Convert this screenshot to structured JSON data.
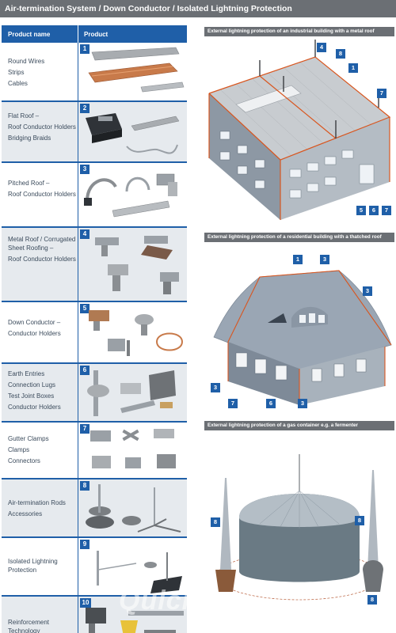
{
  "page": {
    "title": "Air-termination System / Down Conductor / Isolated Lightning Protection"
  },
  "table": {
    "col_name": "Product name",
    "col_product": "Product",
    "rows": [
      {
        "num": "1",
        "names": [
          "Round Wires",
          "Strips",
          "Cables"
        ]
      },
      {
        "num": "2",
        "names": [
          "Flat Roof –",
          "Roof Conductor Holders",
          "Bridging Braids"
        ]
      },
      {
        "num": "3",
        "names": [
          "Pitched Roof –",
          "Roof Conductor Holders"
        ]
      },
      {
        "num": "4",
        "names": [
          "Metal Roof / Corrugated Sheet Roofing –",
          "Roof Conductor Holders"
        ]
      },
      {
        "num": "5",
        "names": [
          "Down Conductor –",
          "Conductor Holders"
        ]
      },
      {
        "num": "6",
        "names": [
          "Earth Entries",
          "Connection Lugs",
          "Test Joint Boxes",
          "Conductor Holders"
        ]
      },
      {
        "num": "7",
        "names": [
          "Gutter Clamps",
          "Clamps",
          "Connectors"
        ]
      },
      {
        "num": "8",
        "names": [
          "Air-termination Rods",
          "Accessories"
        ]
      },
      {
        "num": "9",
        "names": [
          "Isolated Lightning Protection"
        ]
      },
      {
        "num": "10",
        "names": [
          "Reinforcement Technology"
        ]
      }
    ]
  },
  "panels": [
    {
      "title": "External lightning protection of an industrial building with a metal roof",
      "callouts": [
        "4",
        "8",
        "1",
        "7",
        "5",
        "6",
        "7"
      ]
    },
    {
      "title": "External lightning protection of a residential building with a thatched roof",
      "callouts": [
        "1",
        "3",
        "3",
        "3",
        "7",
        "6",
        "3"
      ]
    },
    {
      "title": "External lightning protection of a gas container e.g. a fermenter",
      "callouts": [
        "8",
        "8",
        "8"
      ]
    }
  ],
  "watermark": "Quick",
  "colors": {
    "brand_blue": "#1f5fa8",
    "header_gray": "#6b6f74",
    "row_alt": "#e6eaee",
    "conductor_orange": "#d9561f"
  }
}
